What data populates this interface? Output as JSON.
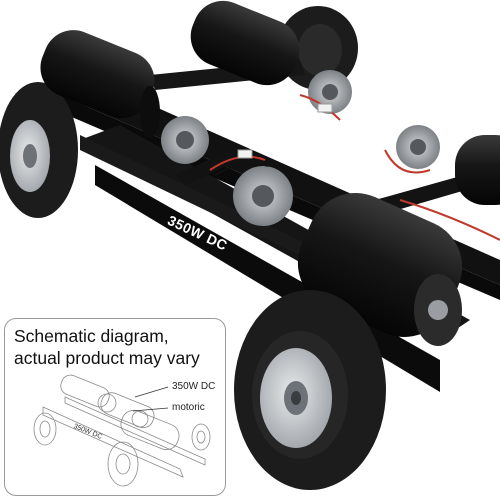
{
  "product_photo": {
    "frame_label": "350W DC"
  },
  "inset": {
    "title_line1": "Schematic diagram,",
    "title_line2": "actual product may vary",
    "callout_motor": "350W DC",
    "callout_controller": "motoric",
    "sketch_label": "350W DC"
  },
  "colors": {
    "background": "#ffffff",
    "frame": "#111111",
    "motor_body": "#1a1a1a",
    "tire": "#1c1c1c",
    "rim": "#c9ccd0",
    "wire_red": "#c0392b",
    "inset_border": "#9a9a9a"
  }
}
